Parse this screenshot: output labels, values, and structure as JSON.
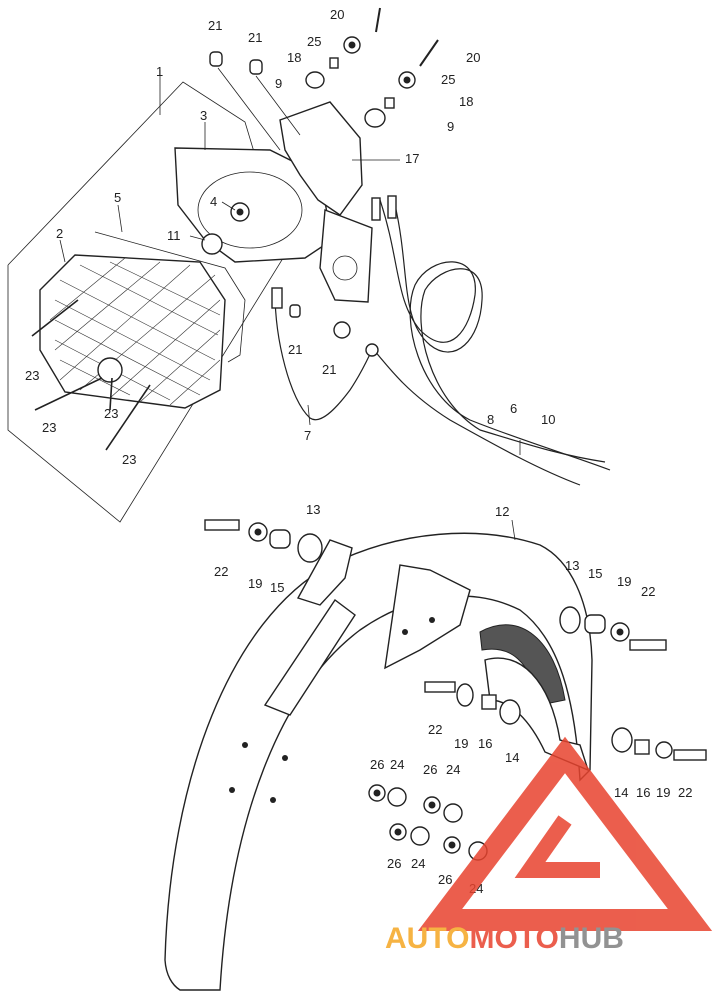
{
  "callouts": {
    "c1": "1",
    "c2": "2",
    "c3": "3",
    "c4": "4",
    "c5": "5",
    "c6": "6",
    "c7": "7",
    "c8": "8",
    "c9a": "9",
    "c9b": "9",
    "c10": "10",
    "c11": "11",
    "c12": "12",
    "c13a": "13",
    "c13b": "13",
    "c14a": "14",
    "c14b": "14",
    "c15a": "15",
    "c15b": "15",
    "c16a": "16",
    "c16b": "16",
    "c17": "17",
    "c18a": "18",
    "c18b": "18",
    "c19a": "19",
    "c19b": "19",
    "c19c": "19",
    "c19d": "19",
    "c20a": "20",
    "c20b": "20",
    "c21a": "21",
    "c21b": "21",
    "c21c": "21",
    "c21d": "21",
    "c22a": "22",
    "c22b": "22",
    "c22c": "22",
    "c22d": "22",
    "c23a": "23",
    "c23b": "23",
    "c23c": "23",
    "c23d": "23",
    "c24a": "24",
    "c24b": "24",
    "c24c": "24",
    "c24d": "24",
    "c25a": "25",
    "c25b": "25",
    "c26a": "26",
    "c26b": "26",
    "c26c": "26",
    "c26d": "26"
  },
  "watermark": {
    "part1": "AUTO",
    "part2": "MOTO",
    "part3": "HUB",
    "color_auto": "#f5a623",
    "color_moto": "#e8432e",
    "color_hub": "#808080"
  }
}
